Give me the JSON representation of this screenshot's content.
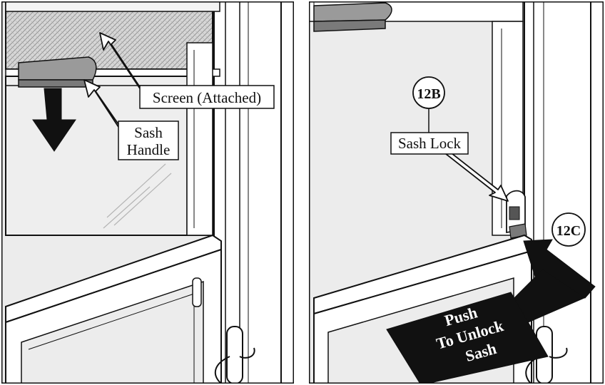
{
  "left_panel": {
    "callouts": {
      "screen_label": "Screen (Attached)",
      "sash_handle_line1": "Sash",
      "sash_handle_line2": "Handle"
    }
  },
  "right_panel": {
    "badges": {
      "step_12b": "12B",
      "step_12c": "12C"
    },
    "callouts": {
      "sash_lock_label": "Sash Lock"
    },
    "push_banner": {
      "line1": "Push",
      "line2": "To Unlock",
      "line3": "Sash"
    }
  },
  "colors": {
    "ink": "#111111",
    "frame_fill": "#ffffff",
    "glass_fill": "#ececec",
    "screen_fill": "#d9d9d9",
    "handle_fill": "#9a9a9a",
    "banner_fill": "#111111"
  }
}
